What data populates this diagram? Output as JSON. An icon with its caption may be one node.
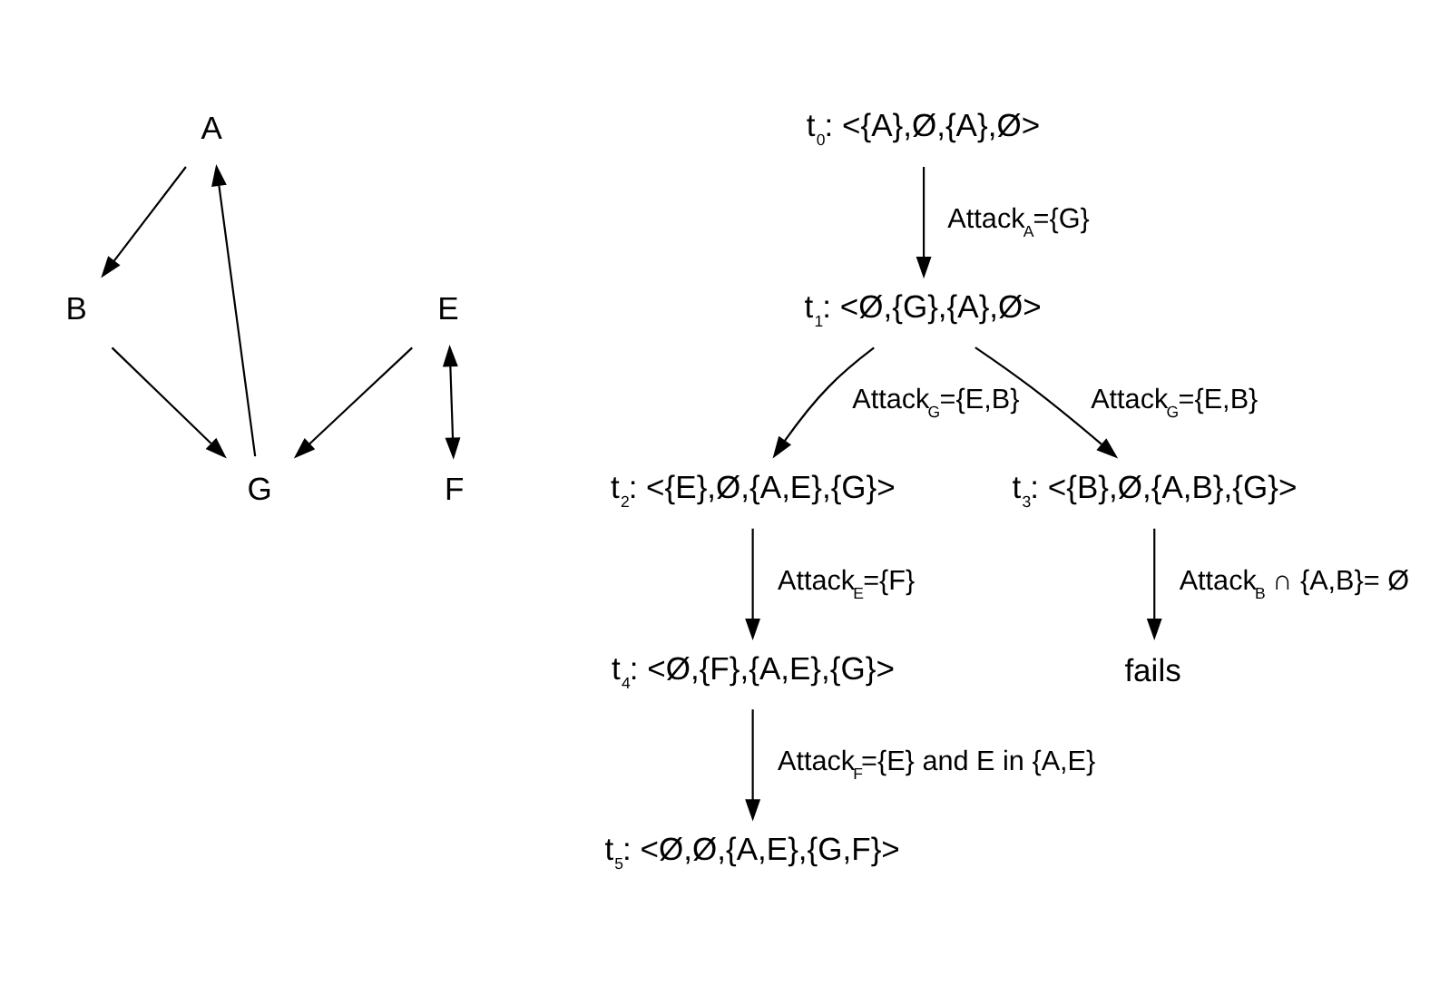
{
  "diagram": {
    "nodes": [
      {
        "text": [
          "A"
        ]
      },
      {
        "text": [
          "B"
        ]
      },
      {
        "text": [
          "G"
        ]
      },
      {
        "text": [
          "E"
        ]
      },
      {
        "text": [
          "F"
        ]
      },
      {
        "text": [
          "t$_{0}$: <{A},Ø,{A},Ø>"
        ]
      },
      {
        "text": [
          "t$_{1}$: <Ø,{G},{A},Ø>"
        ]
      },
      {
        "text": [
          "t$_{2}$: <{E},Ø,{A,E},{G}>"
        ]
      },
      {
        "text": [
          "t$_{3}$: <{B},Ø,{A,B},{G}>"
        ]
      },
      {
        "text": [
          "t$_{4}$: <Ø,{F},{A,E},{G}>"
        ]
      },
      {
        "text": [
          "fails"
        ]
      },
      {
        "text": [
          "t$_{5}$: <Ø,Ø,{A,E},{G,F}>"
        ]
      }
    ],
    "edges": [
      {
        "from": 0,
        "to": 1,
        "arrow": "to"
      },
      {
        "from": 1,
        "to": 2,
        "arrow": "to"
      },
      {
        "from": 2,
        "to": 0,
        "arrow": "to"
      },
      {
        "from": 3,
        "to": 2,
        "arrow": "to"
      },
      {
        "from": 3,
        "to": 4,
        "arrow": "both"
      },
      {
        "from": 5,
        "to": 6,
        "arrow": "to",
        "label": "Attack$_{A}$={G}"
      },
      {
        "from": 6,
        "to": 7,
        "arrow": "to",
        "label": "Attack$_{G}$={E,B}"
      },
      {
        "from": 6,
        "to": 8,
        "arrow": "to",
        "label": "Attack$_{G}$={E,B}"
      },
      {
        "from": 7,
        "to": 9,
        "arrow": "to",
        "label": "Attack$_{E}$={F}"
      },
      {
        "from": 8,
        "to": 10,
        "arrow": "to",
        "label": "Attack$_{B}$ ∩ {A,B}= Ø"
      },
      {
        "from": 9,
        "to": 11,
        "arrow": "to",
        "label": "Attack$_{F}$={E} and E in {A,E}"
      }
    ]
  }
}
